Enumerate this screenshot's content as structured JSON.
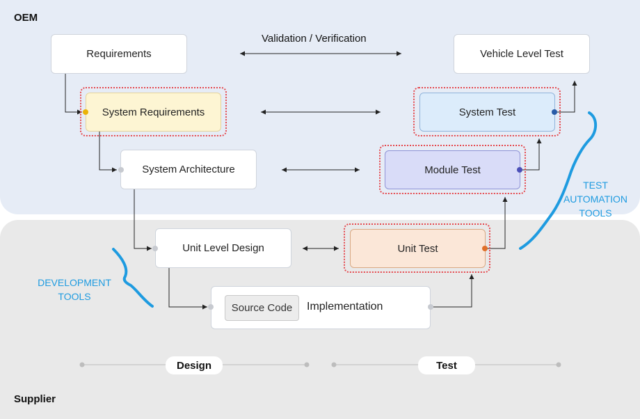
{
  "regions": {
    "oem": "OEM",
    "supplier": "Supplier"
  },
  "boxes": {
    "requirements": "Requirements",
    "system_requirements": "System Requirements",
    "system_architecture": "System Architecture",
    "unit_level_design": "Unit Level Design",
    "implementation": "Implementation",
    "source_code": "Source Code",
    "vehicle_level_test": "Vehicle Level Test",
    "system_test": "System Test",
    "module_test": "Module Test",
    "unit_test": "Unit Test"
  },
  "validation_label": "Validation / Verification",
  "tools": {
    "test_automation": [
      "TEST",
      "AUTOMATION",
      "TOOLS"
    ],
    "development": [
      "DEVELOPMENT",
      "TOOLS"
    ]
  },
  "phases": {
    "design": "Design",
    "test": "Test"
  },
  "colors": {
    "oem_background": "#e6ecf6",
    "supplier_background": "#e9e9e9",
    "highlight_border": "#e5484d",
    "tool_accent": "#1e9be0",
    "system_requirements_fill": "#fdf5d3",
    "system_test_fill": "#dcecfb",
    "module_test_fill": "#d9dcf8",
    "unit_test_fill": "#fbe7d8"
  }
}
